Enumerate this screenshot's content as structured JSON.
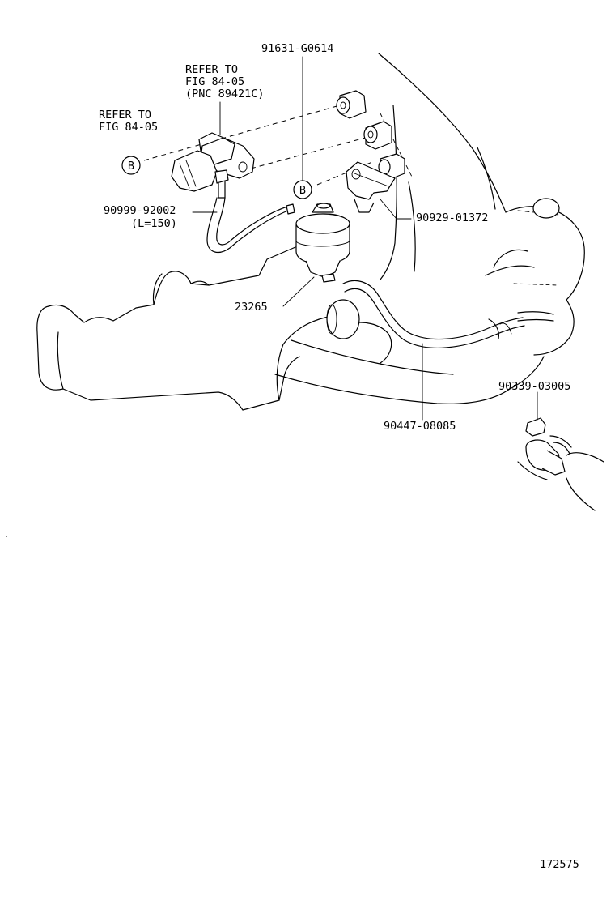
{
  "labels": {
    "bolt": "91631-G0614",
    "refer_sensor_1": "REFER TO",
    "refer_sensor_2": "FIG 84-05",
    "refer_sensor_3": "(PNC 89421C)",
    "refer_b_1": "REFER TO",
    "refer_b_2": "FIG 84-05",
    "callout_b_left": "B",
    "callout_b_right": "B",
    "hose_1": "90999-92002",
    "hose_2": "(L=150)",
    "clamp": "90929-01372",
    "vsv": "23265",
    "plug": "90339-03005",
    "hose_long": "90447-08085",
    "figure_number": "172575"
  }
}
